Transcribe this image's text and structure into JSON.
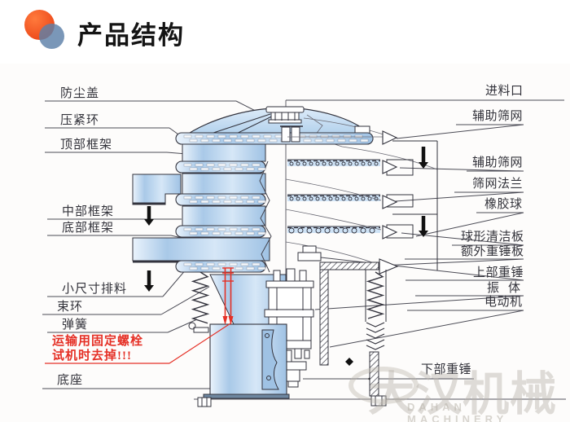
{
  "header": {
    "title": "产品结构"
  },
  "diagram": {
    "colors": {
      "line": "#33333d",
      "leader": "#4b4b55",
      "machine_fill": "#bdd7f0",
      "warn": "#e53026"
    },
    "labels_left": [
      {
        "id": "dust-cover",
        "text": "防尘盖"
      },
      {
        "id": "clamp-ring",
        "text": "压紧环"
      },
      {
        "id": "top-frame",
        "text": "顶部框架"
      },
      {
        "id": "middle-frame",
        "text": "中部框架"
      },
      {
        "id": "bottom-frame",
        "text": "底部框架"
      },
      {
        "id": "small-discharge",
        "text": "小尺寸排料"
      },
      {
        "id": "band-ring",
        "text": "束环"
      },
      {
        "id": "spring",
        "text": "弹簧"
      },
      {
        "id": "base",
        "text": "底座"
      }
    ],
    "warning": {
      "line1": "运输用固定螺栓",
      "line2": "试机时去掉!!!"
    },
    "labels_right": [
      {
        "id": "feed-inlet",
        "text": "进料口"
      },
      {
        "id": "aux-screen-1",
        "text": "辅助筛网"
      },
      {
        "id": "aux-screen-2",
        "text": "辅助筛网"
      },
      {
        "id": "screen-flange",
        "text": "筛网法兰"
      },
      {
        "id": "rubber-ball",
        "text": "橡胶球"
      },
      {
        "id": "ball-clean-plate",
        "text": "球形清洁板"
      },
      {
        "id": "extra-weight-plate",
        "text": "额外重锤板"
      },
      {
        "id": "upper-weight",
        "text": "上部重锤"
      },
      {
        "id": "vibrating-body",
        "text": "振体"
      },
      {
        "id": "motor",
        "text": "电动机"
      },
      {
        "id": "lower-weight",
        "text": "下部重锤"
      }
    ]
  },
  "watermark": {
    "cn": "大汉机械",
    "en": "DAHAN MACHINERY"
  }
}
